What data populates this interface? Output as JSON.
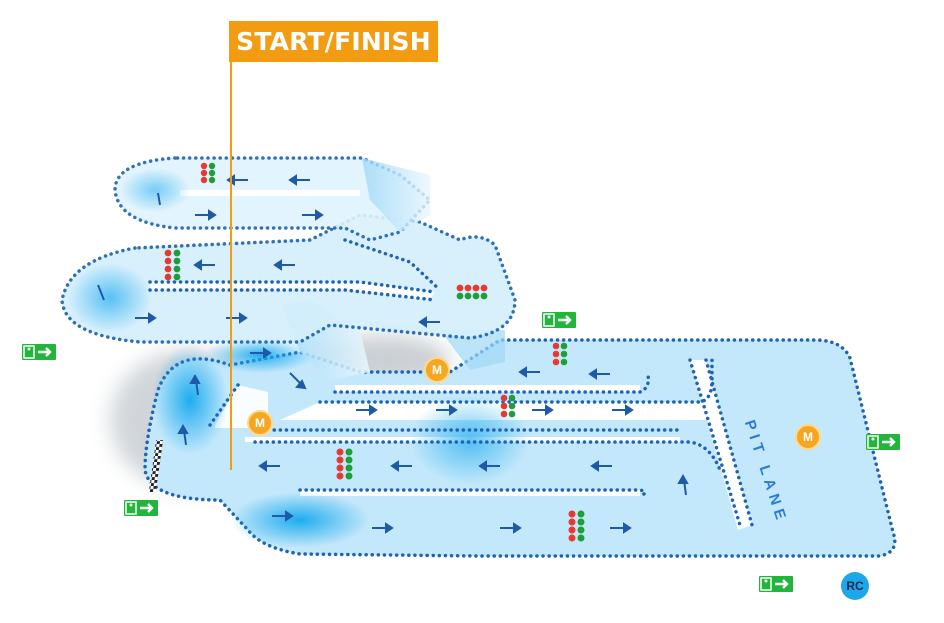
{
  "labels": {
    "start_finish": "START/FINISH",
    "pit_lane": "PIT LANE",
    "marshal": "M",
    "race_control": "RC"
  },
  "icons": {
    "exit_sign": "emergency-exit-icon",
    "direction_arrow": "arrow-icon",
    "start_lights": "traffic-lights-icon"
  },
  "colors": {
    "track_fill": "#bfe6fb",
    "track_deep": "#29b6f0",
    "kerb": "#1e63b4",
    "arrow": "#1e5aa8",
    "start_finish": "#f39c12",
    "marshal_post": "#f5a623",
    "race_control": "#1ea7e8",
    "exit_sign": "#22b53c",
    "light_red": "#e53935",
    "light_green": "#1e9e3a"
  }
}
